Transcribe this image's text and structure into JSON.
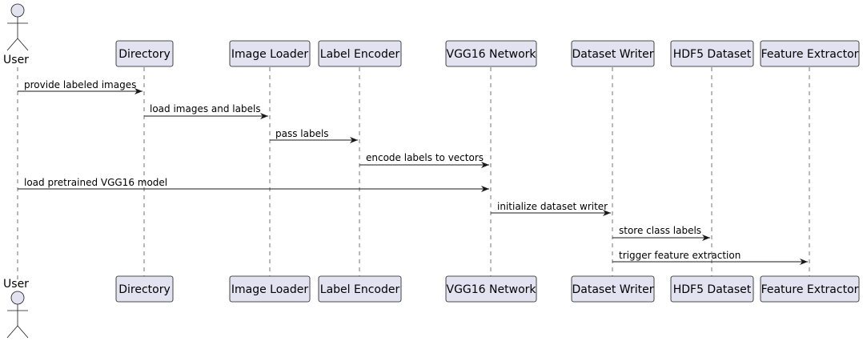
{
  "actor": {
    "label": "User",
    "icon": "stick-figure-actor-icon"
  },
  "participants": [
    {
      "id": "directory",
      "label": "Directory"
    },
    {
      "id": "image-loader",
      "label": "Image Loader"
    },
    {
      "id": "label-encoder",
      "label": "Label Encoder"
    },
    {
      "id": "vgg16-network",
      "label": "VGG16 Network"
    },
    {
      "id": "dataset-writer",
      "label": "Dataset Writer"
    },
    {
      "id": "hdf5-dataset",
      "label": "HDF5 Dataset"
    },
    {
      "id": "feature-extractor",
      "label": "Feature Extractor"
    }
  ],
  "messages": [
    {
      "from": "user",
      "to": "directory",
      "text": "provide labeled images"
    },
    {
      "from": "directory",
      "to": "image-loader",
      "text": "load images and labels"
    },
    {
      "from": "image-loader",
      "to": "label-encoder",
      "text": "pass labels"
    },
    {
      "from": "label-encoder",
      "to": "vgg16-network",
      "text": "encode labels to vectors"
    },
    {
      "from": "user",
      "to": "vgg16-network",
      "text": "load pretrained VGG16 model"
    },
    {
      "from": "vgg16-network",
      "to": "dataset-writer",
      "text": "initialize dataset writer"
    },
    {
      "from": "dataset-writer",
      "to": "hdf5-dataset",
      "text": "store class labels"
    },
    {
      "from": "dataset-writer",
      "to": "feature-extractor",
      "text": "trigger feature extraction"
    }
  ],
  "colors": {
    "participant_fill": "#E2E2F0",
    "line": "#181818"
  }
}
